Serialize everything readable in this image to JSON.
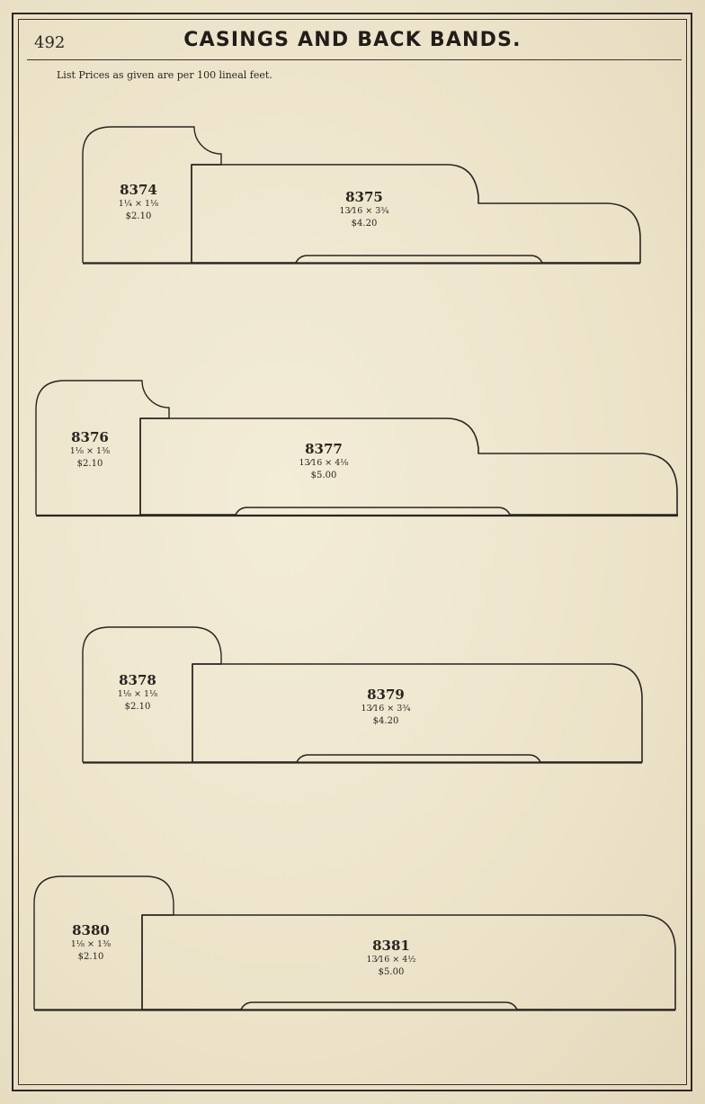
{
  "page": {
    "number": "492",
    "title": "CASINGS AND BACK BANDS.",
    "note": "List Prices as given are per 100 lineal feet."
  },
  "moldings": [
    {
      "number": "8374",
      "size": "1¼ × 1⅛",
      "price": "$2.10"
    },
    {
      "number": "8375",
      "size": "13⁄16 × 3¾",
      "price": "$4.20"
    },
    {
      "number": "8376",
      "size": "1⅛ × 1⅜",
      "price": "$2.10"
    },
    {
      "number": "8377",
      "size": "13⁄16 × 4⅛",
      "price": "$5.00"
    },
    {
      "number": "8378",
      "size": "1⅛ × 1⅛",
      "price": "$2.10"
    },
    {
      "number": "8379",
      "size": "13⁄16 × 3¾",
      "price": "$4.20"
    },
    {
      "number": "8380",
      "size": "1⅛ × 1⅜",
      "price": "$2.10"
    },
    {
      "number": "8381",
      "size": "13⁄16 × 4½",
      "price": "$5.00"
    }
  ]
}
